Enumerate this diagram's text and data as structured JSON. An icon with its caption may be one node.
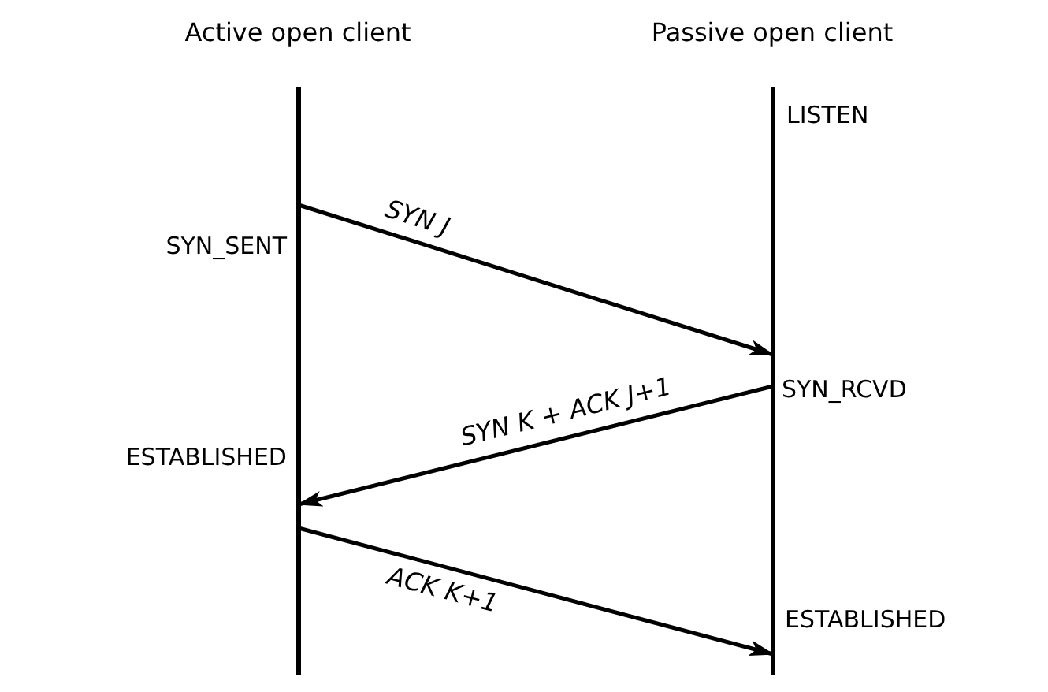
{
  "diagram": {
    "nodes": [
      {
        "text": [
          "Active open client"
        ],
        "beside": [
          "SYN_SENT",
          "ESTABLISHED"
        ]
      },
      {
        "text": [
          "Passive open client"
        ],
        "beside": [
          "LISTEN",
          "SYN_RCVD",
          "ESTABLISHED"
        ]
      }
    ],
    "edges": [
      {
        "from": 0,
        "to": 1,
        "arrow": "to",
        "label": "SYN J"
      },
      {
        "from": 1,
        "to": 0,
        "arrow": "to",
        "label": "SYN K + ACK J+1"
      },
      {
        "from": 0,
        "to": 1,
        "arrow": "to",
        "label": "ACK K+1"
      }
    ]
  }
}
